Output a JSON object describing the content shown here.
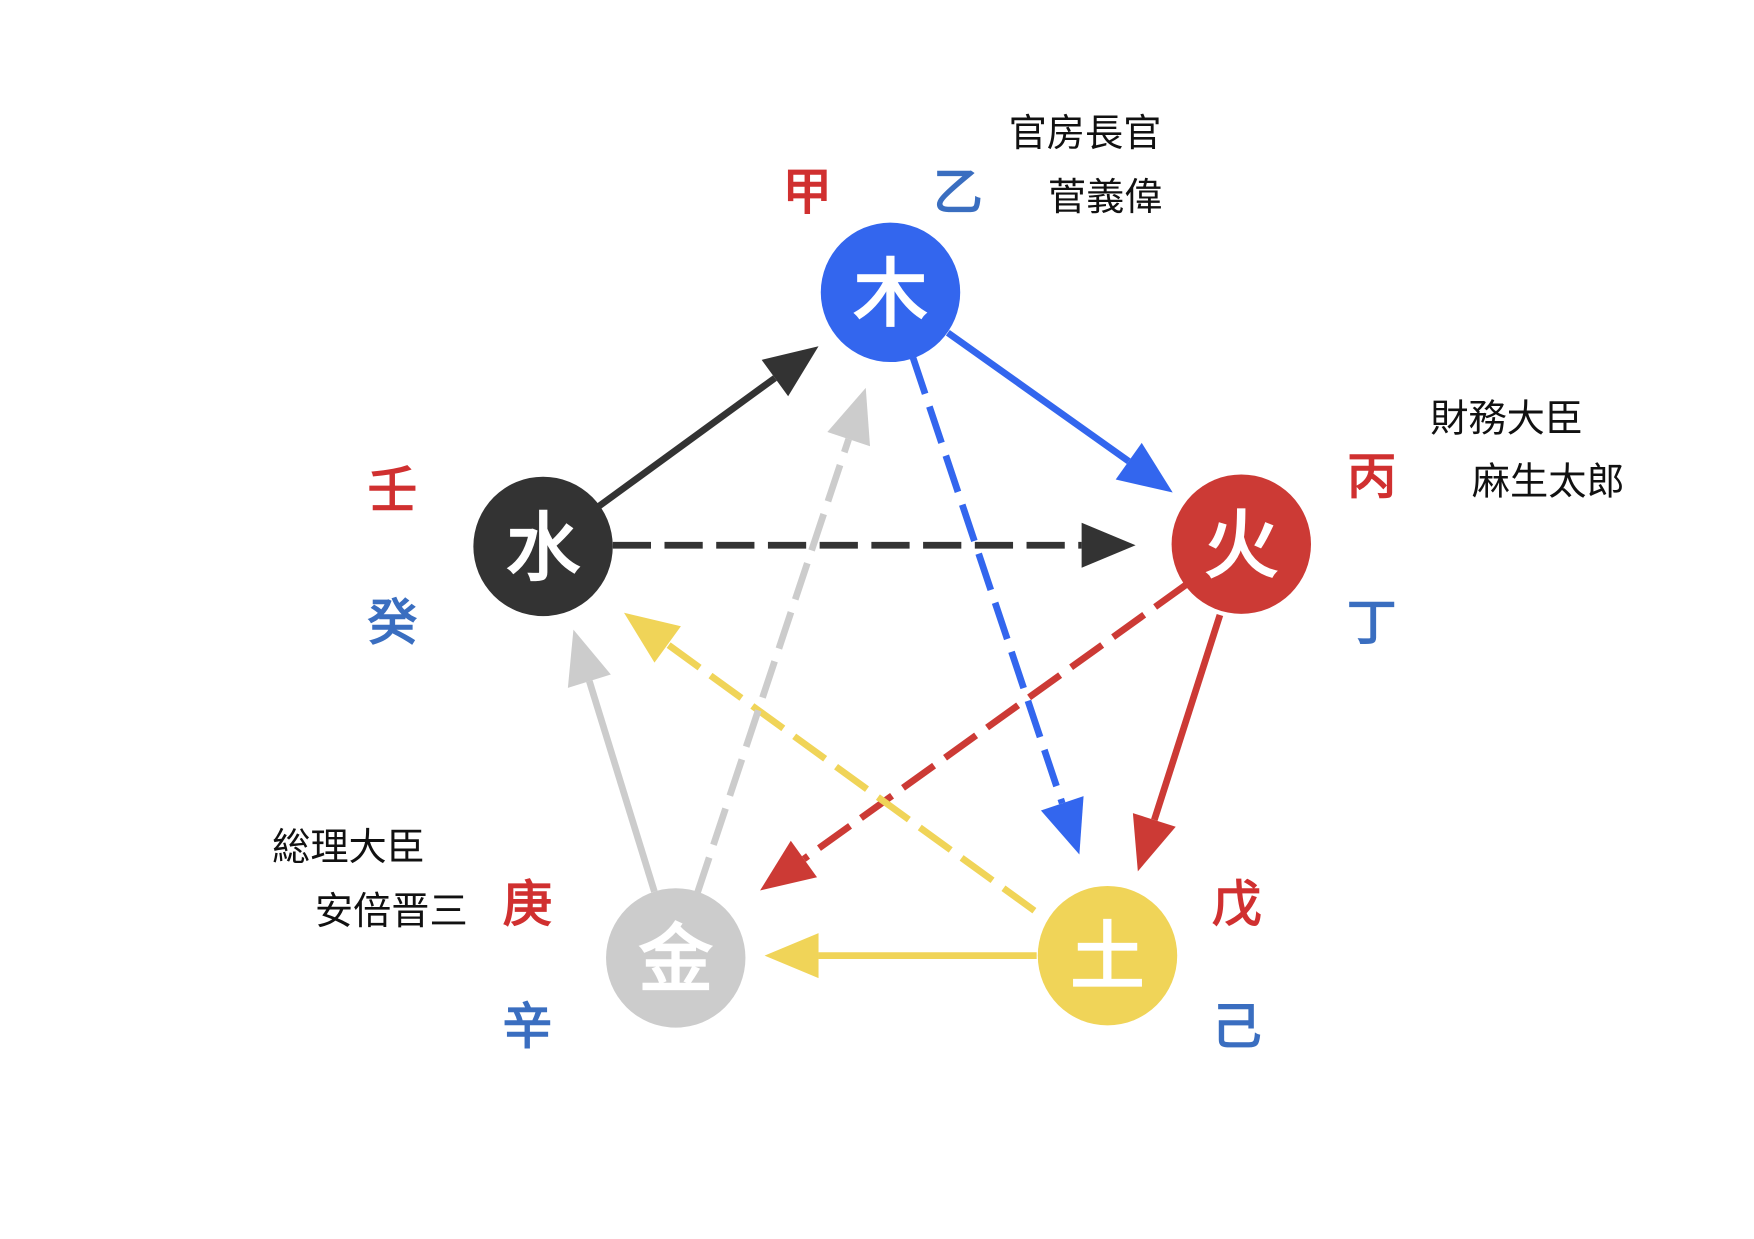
{
  "colors": {
    "wood": "#3366ee",
    "fire": "#cc3a35",
    "earth": "#f0d458",
    "metal": "#cccccc",
    "water": "#333333",
    "stem_yang": "#d03030",
    "stem_yin": "#3a6ec0"
  },
  "elements": [
    {
      "key": "wood",
      "char": "木",
      "stems": [
        "甲",
        "乙"
      ],
      "note": [
        "官房長官",
        "菅義偉"
      ]
    },
    {
      "key": "fire",
      "char": "火",
      "stems": [
        "丙",
        "丁"
      ],
      "note": [
        "財務大臣",
        "麻生太郎"
      ]
    },
    {
      "key": "earth",
      "char": "土",
      "stems": [
        "戊",
        "己"
      ],
      "note": []
    },
    {
      "key": "metal",
      "char": "金",
      "stems": [
        "庚",
        "辛"
      ],
      "note": [
        "総理大臣",
        "安倍晋三"
      ]
    },
    {
      "key": "water",
      "char": "水",
      "stems": [
        "壬",
        "癸"
      ],
      "note": []
    }
  ],
  "relations": {
    "generating": [
      [
        "water",
        "wood"
      ],
      [
        "wood",
        "fire"
      ],
      [
        "fire",
        "earth"
      ],
      [
        "earth",
        "metal"
      ],
      [
        "metal",
        "water"
      ]
    ],
    "controlling": [
      [
        "water",
        "fire"
      ],
      [
        "wood",
        "earth"
      ],
      [
        "fire",
        "metal"
      ],
      [
        "earth",
        "water"
      ],
      [
        "metal",
        "wood"
      ]
    ]
  }
}
